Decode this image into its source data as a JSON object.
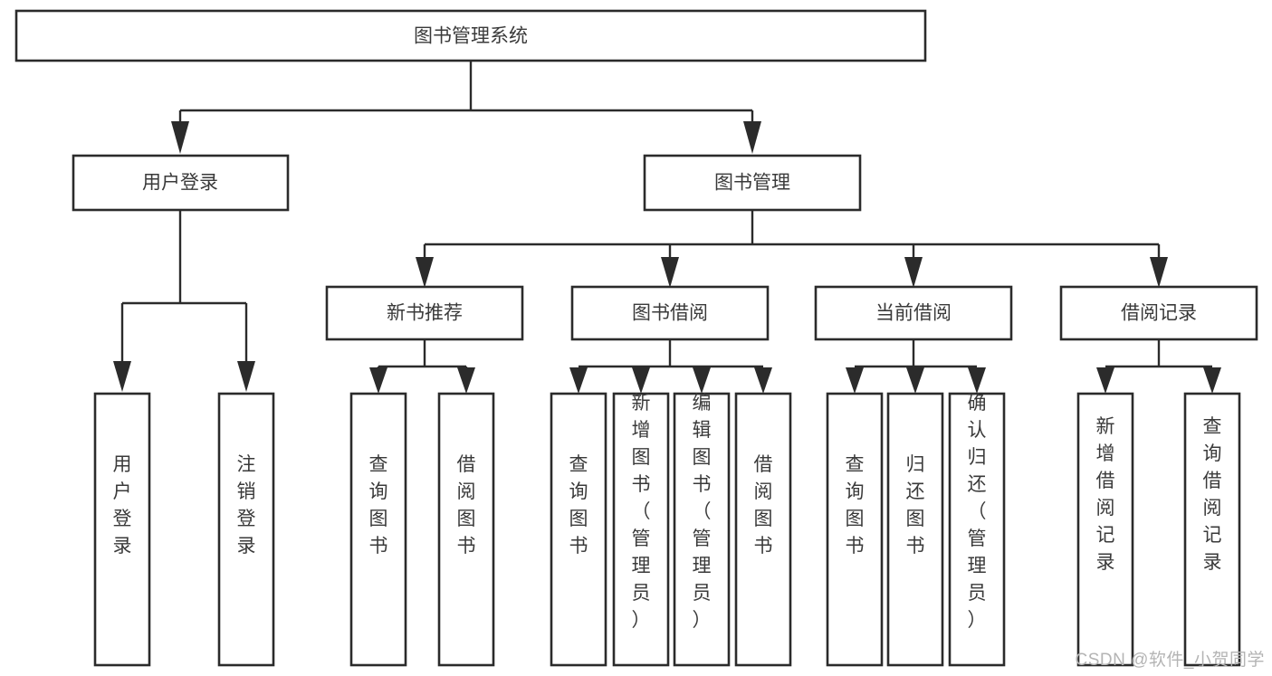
{
  "diagram": {
    "type": "tree",
    "title": "图书管理系统",
    "watermark": "CSDN @软件_小贺同学",
    "colors": {
      "box_stroke": "#2b2b2b",
      "box_fill": "#ffffff",
      "text": "#3a3a3a",
      "connector": "#2b2b2b",
      "watermark": "#b4b4b4",
      "background": "#ffffff"
    },
    "root": {
      "label": "图书管理系统"
    },
    "level1": [
      {
        "label": "用户登录"
      },
      {
        "label": "图书管理"
      }
    ],
    "level2": [
      {
        "label": "新书推荐"
      },
      {
        "label": "图书借阅"
      },
      {
        "label": "当前借阅"
      },
      {
        "label": "借阅记录"
      }
    ],
    "leaves": {
      "user_login": [
        {
          "label": "用户登录"
        },
        {
          "label": "注销登录"
        }
      ],
      "new_book_recommend": [
        {
          "label": "查询图书"
        },
        {
          "label": "借阅图书"
        }
      ],
      "book_borrow": [
        {
          "label": "查询图书"
        },
        {
          "label": "新增图书（管理员）"
        },
        {
          "label": "编辑图书（管理员）"
        },
        {
          "label": "借阅图书"
        }
      ],
      "current_borrow": [
        {
          "label": "查询图书"
        },
        {
          "label": "归还图书"
        },
        {
          "label": "确认归还（管理员）"
        }
      ],
      "borrow_record": [
        {
          "label": "新增借阅记录"
        },
        {
          "label": "查询借阅记录"
        }
      ]
    }
  }
}
